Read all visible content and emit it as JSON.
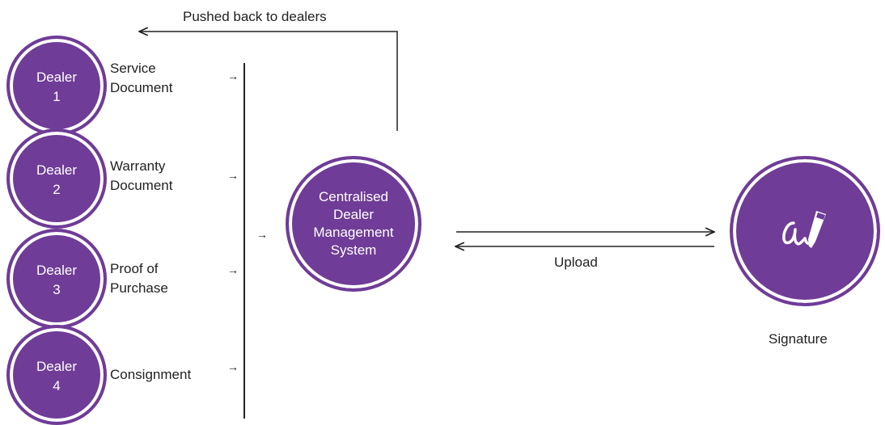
{
  "dealers": [
    {
      "line1": "Dealer",
      "line2": "1",
      "document": [
        "Service",
        "Document"
      ]
    },
    {
      "line1": "Dealer",
      "line2": "2",
      "document": [
        "Warranty",
        "Document"
      ]
    },
    {
      "line1": "Dealer",
      "line2": "3",
      "document": [
        "Proof of",
        "Purchase"
      ]
    },
    {
      "line1": "Dealer",
      "line2": "4",
      "document": [
        "Consignment"
      ]
    }
  ],
  "arrow_symbol": "→",
  "feedback_label": "Pushed back to dealers",
  "central_system": {
    "lines": [
      "Centralised",
      "Dealer",
      "Management",
      "System"
    ]
  },
  "upload_label": "Upload",
  "signature": {
    "label": "Signature",
    "icon": "signature-pen-icon"
  },
  "colors": {
    "node_fill": "#6f3c97",
    "node_ring": "#ffffff",
    "line": "#222222"
  }
}
